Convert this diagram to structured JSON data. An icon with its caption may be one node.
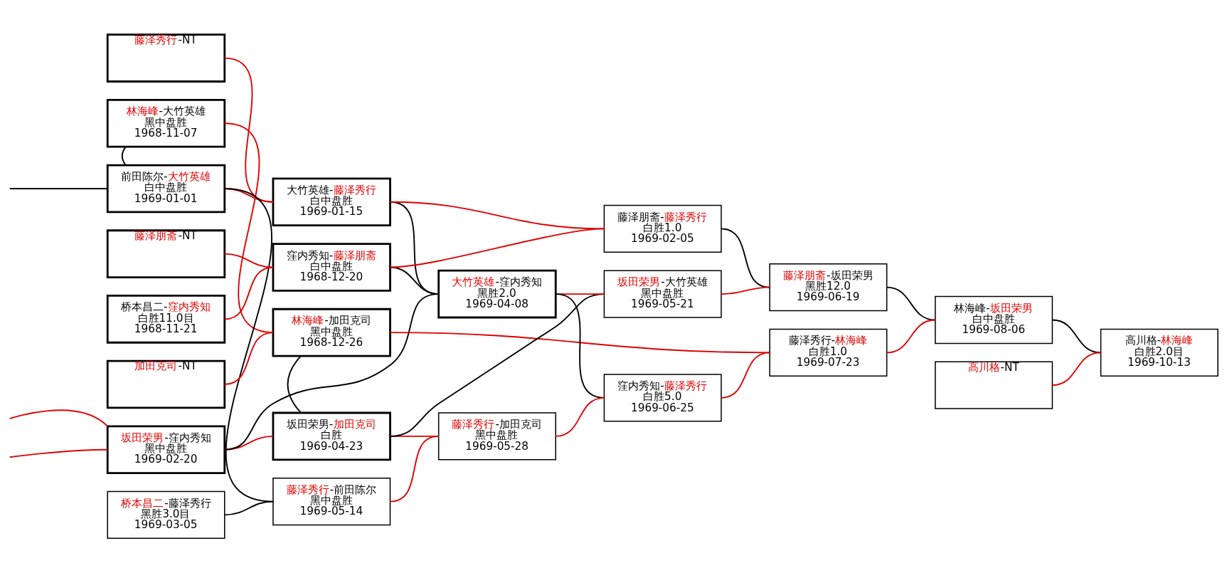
{
  "diagram": {
    "nodes": [
      {
        "text": [
          "藤泽秀行-NT"
        ]
      },
      {
        "text": [
          "林海峰-大竹英雄",
          "黑中盘胜",
          "1968-11-07"
        ]
      },
      {
        "text": [
          "前田陈尔-大竹英雄",
          "白中盘胜",
          "1969-01-01"
        ]
      },
      {
        "text": [
          "藤泽朋斋-NT"
        ]
      },
      {
        "text": [
          "桥本昌二-窪内秀知",
          "白胜11.0目",
          "1968-11-21"
        ]
      },
      {
        "text": [
          "加田克司-NT"
        ]
      },
      {
        "text": [
          "坂田荣男-窪内秀知",
          "黑中盘胜",
          "1969-02-20"
        ]
      },
      {
        "text": [
          "桥本昌二-藤泽秀行",
          "黑胜3.0目",
          "1969-03-05"
        ]
      },
      {
        "text": [
          "大竹英雄-藤泽秀行",
          "白中盘胜",
          "1969-01-15"
        ]
      },
      {
        "text": [
          "窪内秀知-藤泽朋斋",
          "白中盘胜",
          "1968-12-20"
        ]
      },
      {
        "text": [
          "林海峰-加田克司",
          "黑中盘胜",
          "1968-12-26"
        ]
      },
      {
        "text": [
          "坂田荣男-加田克司",
          "白胜",
          "1969-04-23"
        ]
      },
      {
        "text": [
          "藤泽秀行-前田陈尔",
          "黑中盘胜",
          "1969-05-14"
        ]
      },
      {
        "text": [
          "大竹英雄-窪内秀知",
          "黑胜2.0",
          "1969-04-08"
        ]
      },
      {
        "text": [
          "藤泽秀行-加田克司",
          "黑中盘胜",
          "1969-05-28"
        ]
      },
      {
        "text": [
          "藤泽朋斋-藤泽秀行",
          "白胜1.0",
          "1969-02-05"
        ]
      },
      {
        "text": [
          "坂田荣男-大竹英雄",
          "黑中盘胜",
          "1969-05-21"
        ]
      },
      {
        "text": [
          "窪内秀知-藤泽秀行",
          "白胜5.0",
          "1969-06-25"
        ]
      },
      {
        "text": [
          "藤泽朋斋-坂田荣男",
          "黑胜12.0",
          "1969-06-19"
        ]
      },
      {
        "text": [
          "藤泽秀行-林海峰",
          "白胜1.0",
          "1969-07-23"
        ]
      },
      {
        "text": [
          "林海峰-坂田荣男",
          "白中盘胜",
          "1969-08-06"
        ]
      },
      {
        "text": [
          "高川格-NT"
        ]
      },
      {
        "text": [
          "高川格-林海峰",
          "白胜2.0目",
          "1969-10-13"
        ]
      }
    ],
    "edges": [
      {
        "from": 0,
        "to": 8,
        "arrow": "none"
      },
      {
        "from": 2,
        "to": 8,
        "arrow": "none"
      },
      {
        "from": 1,
        "to": 2,
        "arrow": "none",
        "color": "#000000"
      },
      {
        "from": null,
        "to": 2,
        "arrow": "none",
        "color": "#000000"
      },
      {
        "from": 1,
        "to": 10,
        "arrow": "none"
      },
      {
        "from": 2,
        "to": 12,
        "arrow": "none",
        "color": "#000000"
      },
      {
        "from": 3,
        "to": 9,
        "arrow": "none"
      },
      {
        "from": 4,
        "to": 9,
        "arrow": "none"
      },
      {
        "from": 5,
        "to": 10,
        "arrow": "none"
      },
      {
        "from": null,
        "to": 6,
        "arrow": "none"
      },
      {
        "from": null,
        "to": 6,
        "arrow": "none"
      },
      {
        "from": 6,
        "to": 11,
        "arrow": "none"
      },
      {
        "from": 6,
        "to": 13,
        "arrow": "none",
        "color": "#000000"
      },
      {
        "from": 10,
        "to": 11,
        "arrow": "none",
        "color": "#000000"
      },
      {
        "from": 7,
        "to": 12,
        "arrow": "none",
        "color": "#000000"
      },
      {
        "from": 8,
        "to": 15,
        "arrow": "none"
      },
      {
        "from": 8,
        "to": 13,
        "arrow": "none",
        "color": "#000000"
      },
      {
        "from": 9,
        "to": 15,
        "arrow": "none"
      },
      {
        "from": 9,
        "to": 13,
        "arrow": "none",
        "color": "#000000"
      },
      {
        "from": 10,
        "to": 19,
        "arrow": "none"
      },
      {
        "from": 11,
        "to": 14,
        "arrow": "none"
      },
      {
        "from": 11,
        "to": 16,
        "arrow": "none",
        "color": "#000000"
      },
      {
        "from": 12,
        "to": 14,
        "arrow": "none"
      },
      {
        "from": 13,
        "to": 16,
        "arrow": "none"
      },
      {
        "from": 13,
        "to": 17,
        "arrow": "none",
        "color": "#000000"
      },
      {
        "from": 14,
        "to": 17,
        "arrow": "none"
      },
      {
        "from": 15,
        "to": 18,
        "arrow": "none",
        "color": "#000000"
      },
      {
        "from": 16,
        "to": 18,
        "arrow": "none"
      },
      {
        "from": 17,
        "to": 19,
        "arrow": "none"
      },
      {
        "from": 18,
        "to": 20,
        "arrow": "none",
        "color": "#000000"
      },
      {
        "from": 19,
        "to": 20,
        "arrow": "none"
      },
      {
        "from": 20,
        "to": 22,
        "arrow": "none",
        "color": "#000000"
      },
      {
        "from": 21,
        "to": 22,
        "arrow": "none"
      }
    ]
  }
}
